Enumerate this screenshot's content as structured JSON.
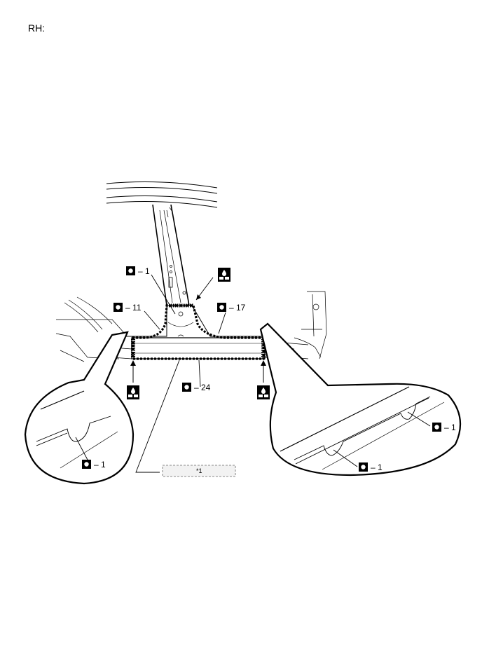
{
  "header": {
    "side_label": "RH:"
  },
  "callouts": {
    "weld_a": "1",
    "weld_b": "11",
    "weld_c": "17",
    "weld_d": "24",
    "zoom_left_weld": "1",
    "zoom_right_weld_1": "1",
    "zoom_right_weld_2": "1",
    "legend_ref": "*1"
  },
  "icons": {
    "spot_weld": "spot-weld-symbol-icon",
    "sealer": "sealer-application-icon"
  }
}
